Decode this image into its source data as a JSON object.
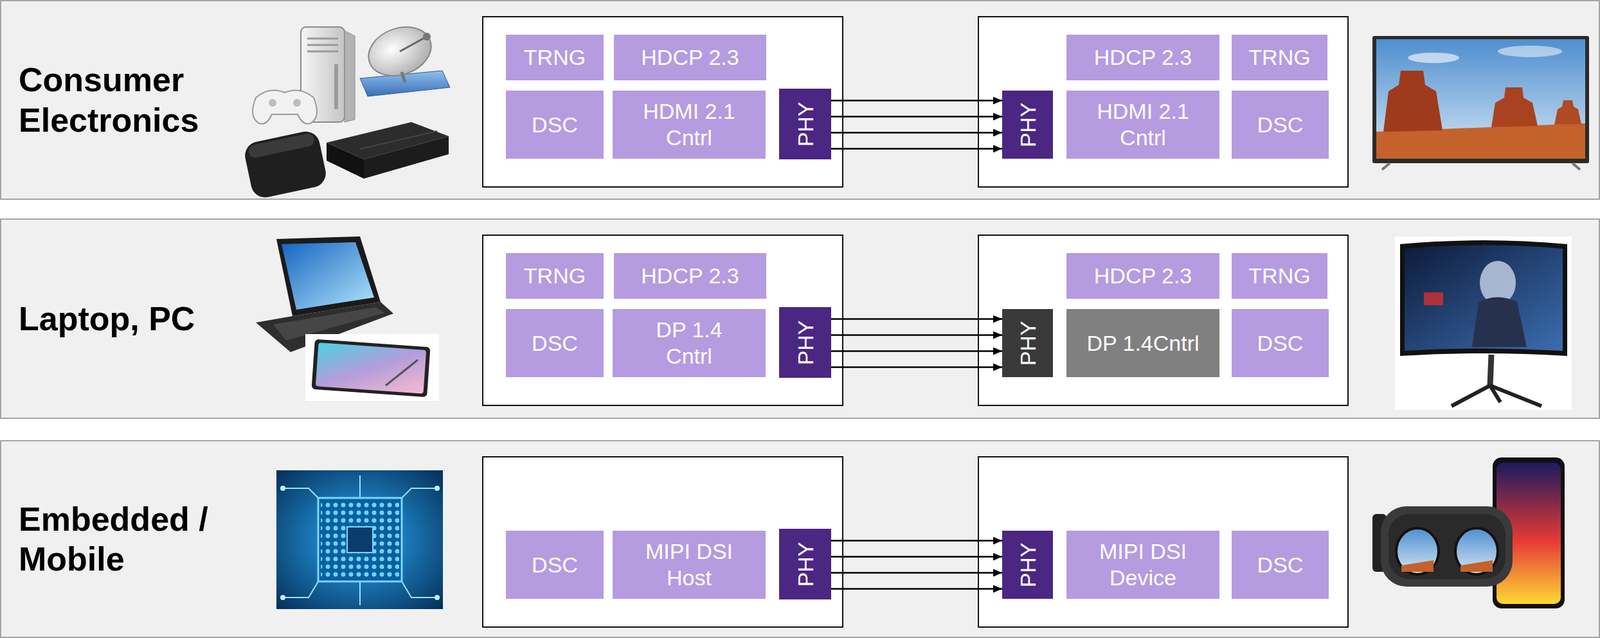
{
  "diagram": {
    "nodes": [
      {
        "text": [
          "Consumer Electronics"
        ]
      },
      {
        "text": [
          "TRNG"
        ],
        "in": 0
      },
      {
        "text": [
          "HDCP 2.3"
        ],
        "in": 0
      },
      {
        "text": [
          "DSC"
        ],
        "in": 0
      },
      {
        "text": [
          "HDMI 2.1 Cntrl"
        ],
        "in": 0
      },
      {
        "text": [
          "PHY"
        ],
        "in": 0
      },
      {
        "text": [
          "HDCP 2.3"
        ],
        "in": 0
      },
      {
        "text": [
          "TRNG"
        ],
        "in": 0
      },
      {
        "text": [
          "PHY"
        ],
        "in": 0
      },
      {
        "text": [
          "HDMI 2.1 Cntrl"
        ],
        "in": 0
      },
      {
        "text": [
          "DSC"
        ],
        "in": 0
      },
      {
        "text": [
          "Laptop, PC"
        ]
      },
      {
        "text": [
          "TRNG"
        ],
        "in": 11
      },
      {
        "text": [
          "HDCP 2.3"
        ],
        "in": 11
      },
      {
        "text": [
          "DSC"
        ],
        "in": 11
      },
      {
        "text": [
          "DP 1.4 Cntrl"
        ],
        "in": 11
      },
      {
        "text": [
          "PHY"
        ],
        "in": 11
      },
      {
        "text": [
          "HDCP 2.3"
        ],
        "in": 11
      },
      {
        "text": [
          "TRNG"
        ],
        "in": 11
      },
      {
        "text": [
          "PHY"
        ],
        "in": 11
      },
      {
        "text": [
          "DP 1.4Cntrl"
        ],
        "in": 11
      },
      {
        "text": [
          "DSC"
        ],
        "in": 11
      },
      {
        "text": [
          "Embedded / Mobile"
        ]
      },
      {
        "text": [
          "DSC"
        ],
        "in": 22
      },
      {
        "text": [
          "MIPI DSI Host"
        ],
        "in": 22
      },
      {
        "text": [
          "PHY"
        ],
        "in": 22
      },
      {
        "text": [
          "PHY"
        ],
        "in": 22
      },
      {
        "text": [
          "MIPI DSI Device"
        ],
        "in": 22
      },
      {
        "text": [
          "DSC"
        ],
        "in": 22
      }
    ],
    "edges": [
      {
        "from": 5,
        "to": 8,
        "arrow": "to"
      },
      {
        "from": 5,
        "to": 8,
        "arrow": "to"
      },
      {
        "from": 5,
        "to": 8,
        "arrow": "to"
      },
      {
        "from": 5,
        "to": 8,
        "arrow": "to"
      },
      {
        "from": 16,
        "to": 19,
        "arrow": "to"
      },
      {
        "from": 16,
        "to": 19,
        "arrow": "to"
      },
      {
        "from": 16,
        "to": 19,
        "arrow": "to"
      },
      {
        "from": 16,
        "to": 19,
        "arrow": "to"
      },
      {
        "from": 25,
        "to": 26,
        "arrow": "to"
      },
      {
        "from": 25,
        "to": 26,
        "arrow": "to"
      },
      {
        "from": 25,
        "to": 26,
        "arrow": "to"
      },
      {
        "from": 25,
        "to": 26,
        "arrow": "to"
      }
    ]
  }
}
